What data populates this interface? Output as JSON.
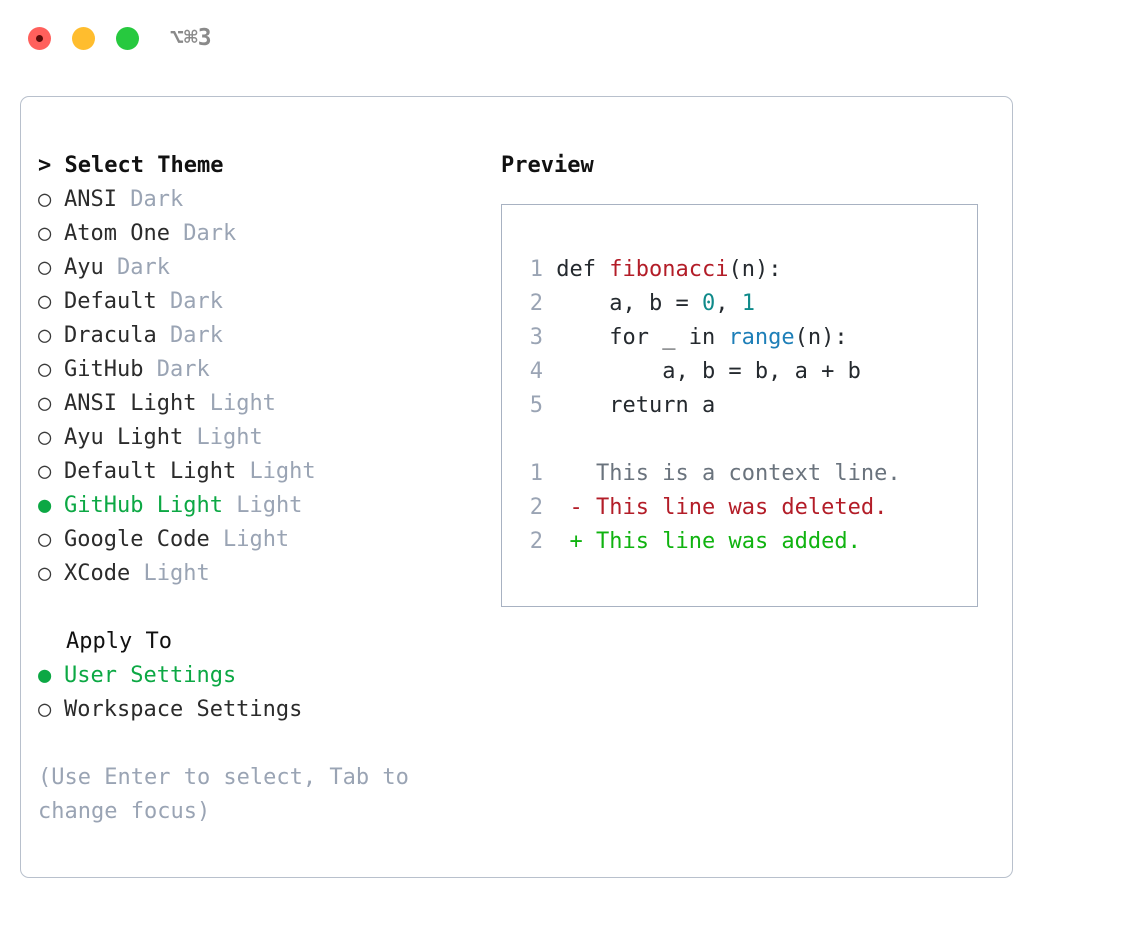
{
  "titlebar": {
    "shortcut": "⌥⌘3",
    "lights": [
      "close-button",
      "minimize-button",
      "maximize-button"
    ]
  },
  "theme_picker": {
    "header": "Select Theme",
    "caret": ">",
    "marker_selected": "●",
    "marker_unselected": "○",
    "accent_color": "#0ca844",
    "muted_color": "#9aa4b4",
    "items": [
      {
        "label": "ANSI",
        "kind": "Dark",
        "selected": false
      },
      {
        "label": "Atom One",
        "kind": "Dark",
        "selected": false
      },
      {
        "label": "Ayu",
        "kind": "Dark",
        "selected": false
      },
      {
        "label": "Default",
        "kind": "Dark",
        "selected": false
      },
      {
        "label": "Dracula",
        "kind": "Dark",
        "selected": false
      },
      {
        "label": "GitHub",
        "kind": "Dark",
        "selected": false
      },
      {
        "label": "ANSI Light",
        "kind": "Light",
        "selected": false
      },
      {
        "label": "Ayu Light",
        "kind": "Light",
        "selected": false
      },
      {
        "label": "Default Light",
        "kind": "Light",
        "selected": false
      },
      {
        "label": "GitHub Light",
        "kind": "Light",
        "selected": true
      },
      {
        "label": "Google Code",
        "kind": "Light",
        "selected": false
      },
      {
        "label": "XCode",
        "kind": "Light",
        "selected": false
      }
    ]
  },
  "apply_to": {
    "header": "Apply To",
    "items": [
      {
        "label": "User Settings",
        "selected": true
      },
      {
        "label": "Workspace Settings",
        "selected": false
      }
    ]
  },
  "hint": "(Use Enter to select, Tab to change focus)",
  "preview": {
    "title": "Preview",
    "code_lines": [
      {
        "number": "1",
        "tokens": [
          {
            "text": "def ",
            "type": "plain"
          },
          {
            "text": "fibonacci",
            "type": "fn"
          },
          {
            "text": "(n):",
            "type": "plain"
          }
        ]
      },
      {
        "number": "2",
        "tokens": [
          {
            "text": "    a, b = ",
            "type": "plain"
          },
          {
            "text": "0",
            "type": "num"
          },
          {
            "text": ", ",
            "type": "plain"
          },
          {
            "text": "1",
            "type": "num"
          }
        ]
      },
      {
        "number": "3",
        "tokens": [
          {
            "text": "    for _ in ",
            "type": "plain"
          },
          {
            "text": "range",
            "type": "call"
          },
          {
            "text": "(n):",
            "type": "plain"
          }
        ]
      },
      {
        "number": "4",
        "tokens": [
          {
            "text": "        a, b = b, a + b",
            "type": "plain"
          }
        ]
      },
      {
        "number": "5",
        "tokens": [
          {
            "text": "    return a",
            "type": "plain"
          }
        ]
      }
    ],
    "diff_lines": [
      {
        "number": "1",
        "sign": " ",
        "text": "This is a context line.",
        "type": "context"
      },
      {
        "number": "2",
        "sign": "-",
        "text": "This line was deleted.",
        "type": "deleted"
      },
      {
        "number": "2",
        "sign": "+",
        "text": "This line was added.",
        "type": "added"
      }
    ]
  }
}
